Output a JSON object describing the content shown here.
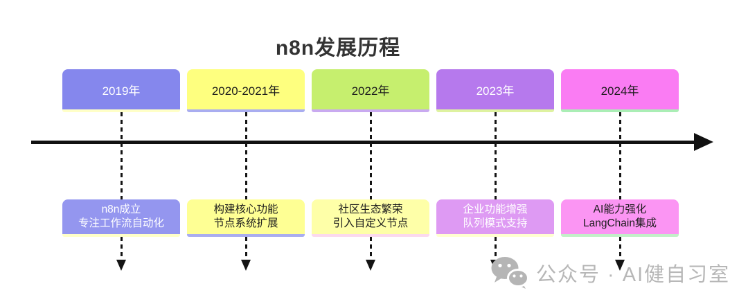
{
  "title": "n8n发展历程",
  "stages": [
    {
      "year": "2019年",
      "desc_line1": "n8n成立",
      "desc_line2": "专注工作流自动化",
      "year_bg": "#8587ed",
      "year_text_color": "#ffffff",
      "year_accent": "#ffffc8",
      "desc_bg": "#9496ef",
      "desc_text_color": "#ffffff",
      "desc_accent": "#ffffc8"
    },
    {
      "year": "2020-2021年",
      "desc_line1": "构建核心功能",
      "desc_line2": "节点系统扩展",
      "year_bg": "#feff7f",
      "year_text_color": "#1c1c1c",
      "year_accent": "#a9adf0",
      "desc_bg": "#feff94",
      "desc_text_color": "#1c1c1c",
      "desc_accent": "#a9adf0"
    },
    {
      "year": "2022年",
      "desc_line1": "社区生态繁荣",
      "desc_line2": "引入自定义节点",
      "year_bg": "#c6ef6e",
      "year_text_color": "#1c1c1c",
      "year_accent": "#c9aaf0",
      "desc_bg": "#feffa8",
      "desc_text_color": "#1c1c1c",
      "desc_accent": "#fbd9ee"
    },
    {
      "year": "2023年",
      "desc_line1": "企业功能增强",
      "desc_line2": "队列模式支持",
      "year_bg": "#b679ed",
      "year_text_color": "#ffffff",
      "year_accent": "#def2a0",
      "desc_bg": "#de9af3",
      "desc_text_color": "#ffffff",
      "desc_accent": "#ffffd0"
    },
    {
      "year": "2024年",
      "desc_line1": "AI能力强化",
      "desc_line2": "LangChain集成",
      "year_bg": "#fa7cf3",
      "year_text_color": "#1c1c1c",
      "year_accent": "#aaeeb5",
      "desc_bg": "#fb95f3",
      "desc_text_color": "#1c1c1c",
      "desc_accent": "#c2f0c8"
    }
  ],
  "watermark": {
    "icon": "wechat-icon",
    "text": "公众号 · AI健自习室"
  },
  "colors": {
    "background": "#ffffff",
    "title_text": "#333333",
    "arrow": "#111111",
    "watermark": "#b7b7b7"
  }
}
